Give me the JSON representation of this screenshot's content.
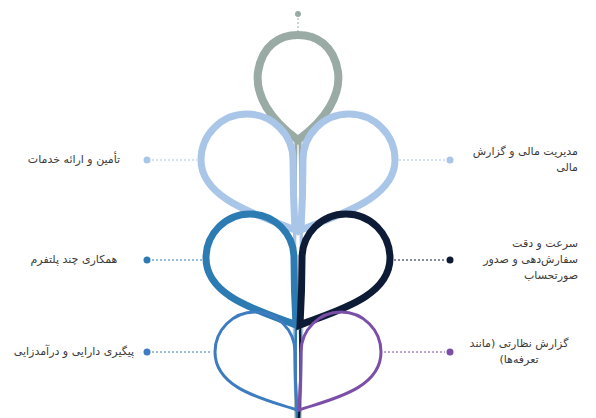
{
  "diagram": {
    "labels": [
      "مدیریت مالی و گزارش مالی",
      "تأمین و ارائه خدمات",
      "سرعت و دقت سفارش‌دهی و صدور صورتحساب",
      "همکاری چند پلتفرم",
      "گزارش نظارتی (مانند تعرفه‌ها)",
      "پیگیری دارایی و درآمدزایی"
    ]
  }
}
